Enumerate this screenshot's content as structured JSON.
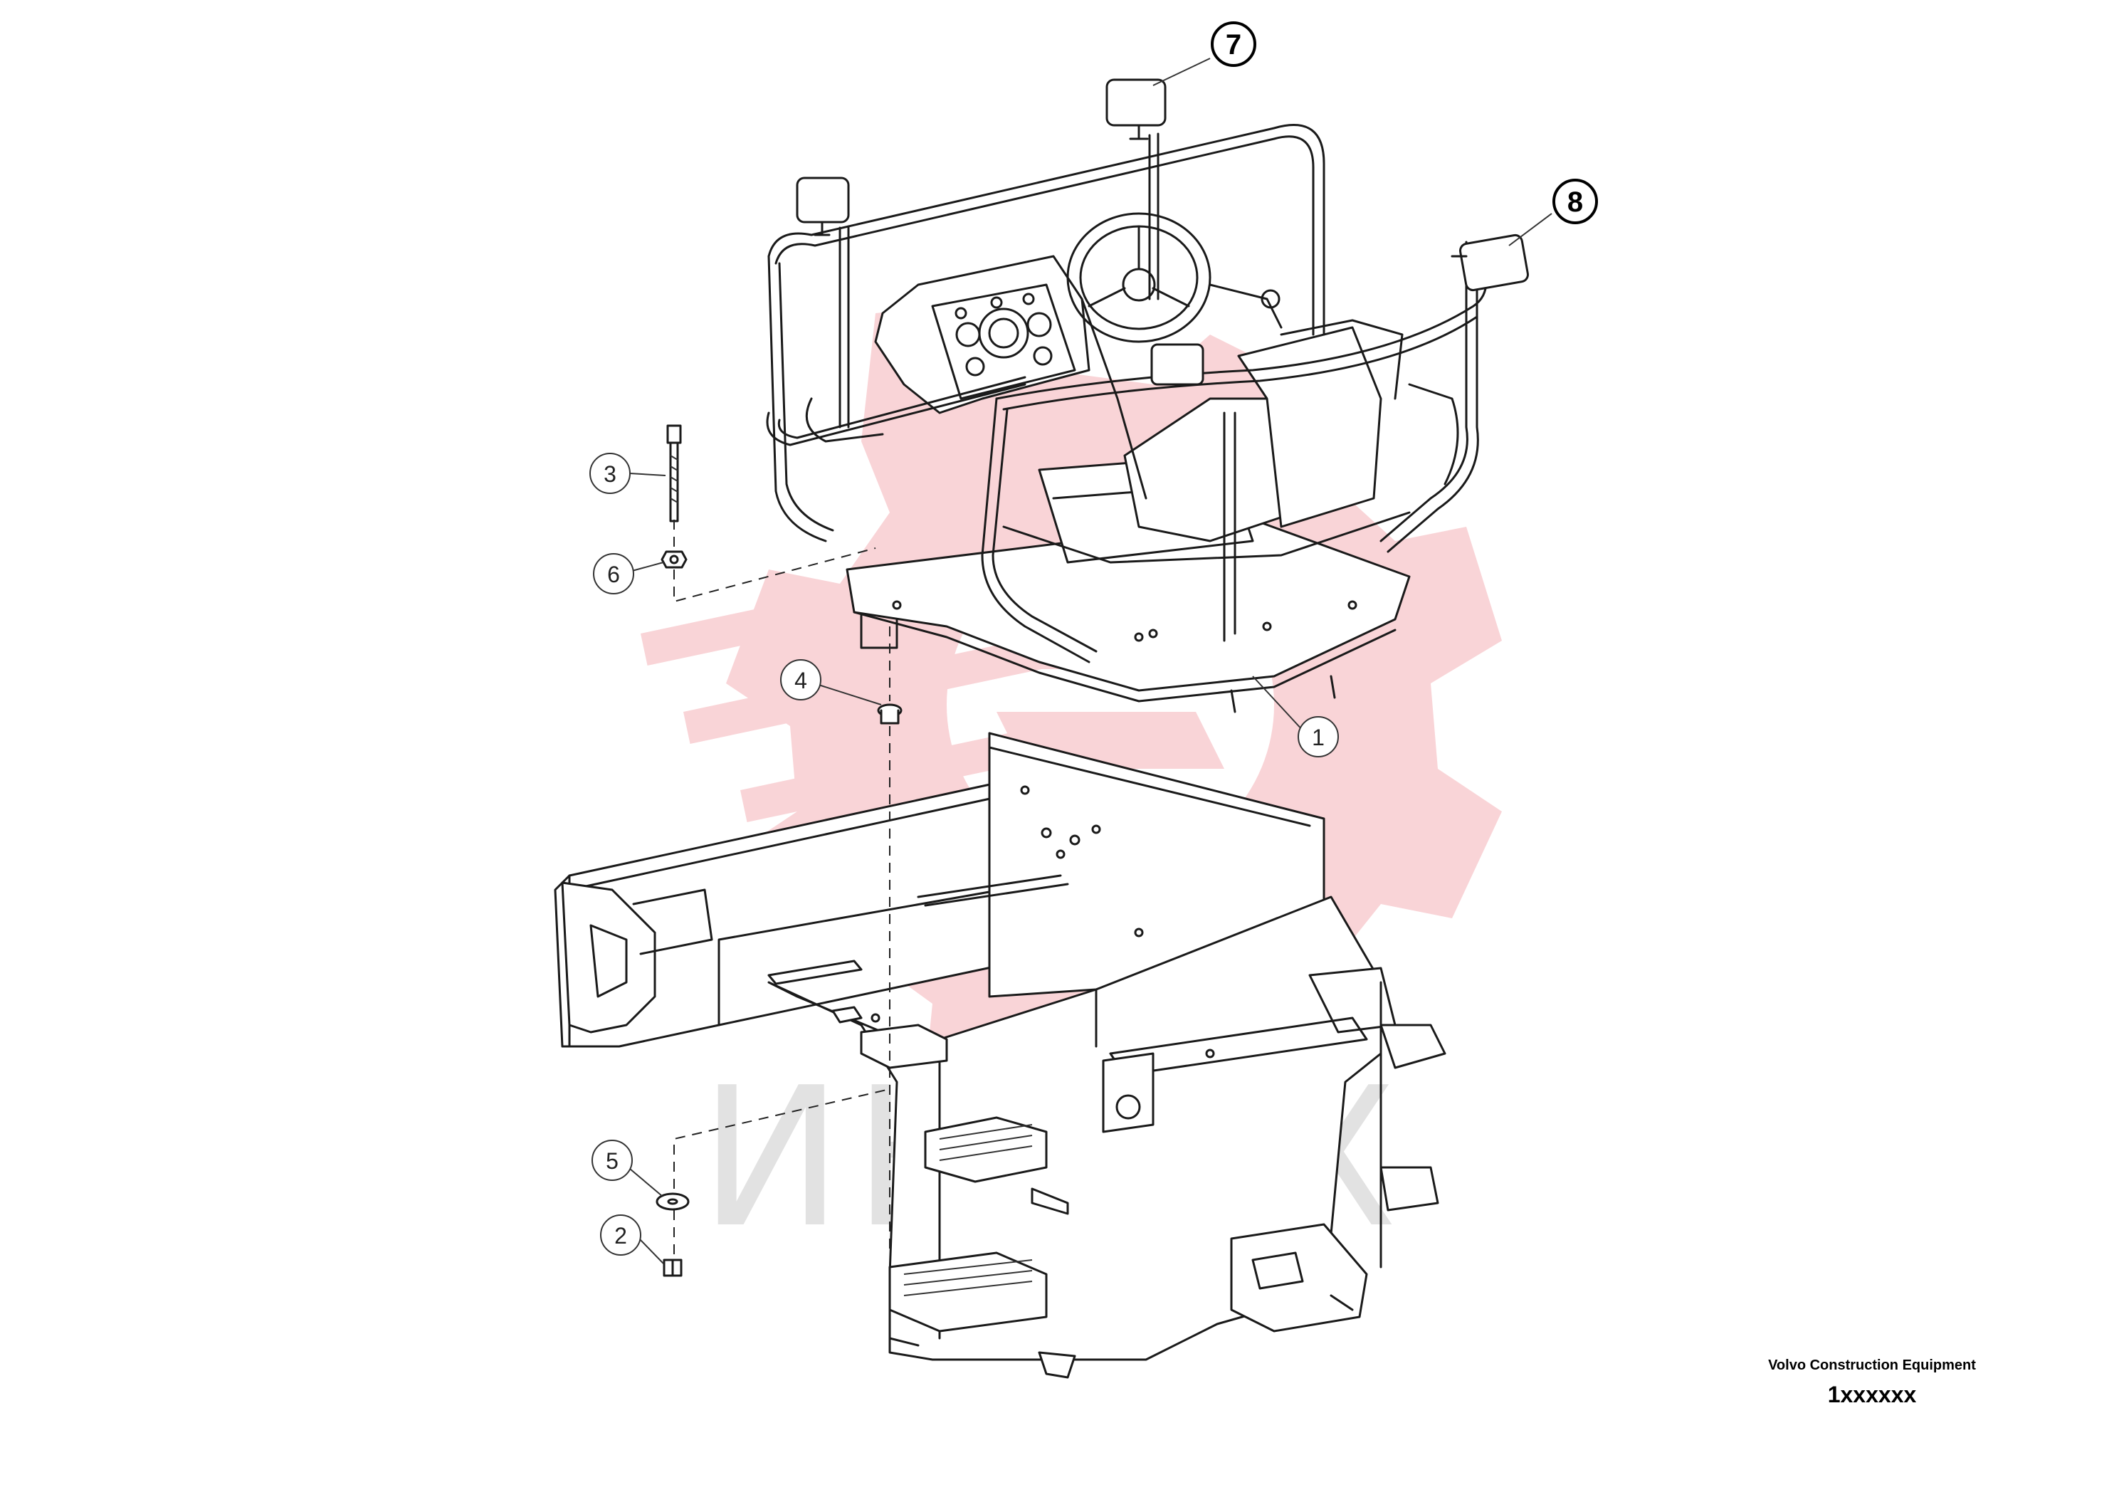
{
  "callouts": [
    {
      "label": "7",
      "style": "bold"
    },
    {
      "label": "8",
      "style": "bold"
    },
    {
      "label": "3",
      "style": "thin"
    },
    {
      "label": "6",
      "style": "thin"
    },
    {
      "label": "4",
      "style": "thin"
    },
    {
      "label": "1",
      "style": "thin"
    },
    {
      "label": "5",
      "style": "thin"
    },
    {
      "label": "2",
      "style": "thin"
    }
  ],
  "watermark": {
    "text": "ИНТЕХ",
    "logo_color": "#f5b8bd"
  },
  "title_block": {
    "company": "Volvo Construction Equipment",
    "drawing_number": "1xxxxxx"
  },
  "colors": {
    "line": "#1a1a1a",
    "background": "#ffffff"
  }
}
